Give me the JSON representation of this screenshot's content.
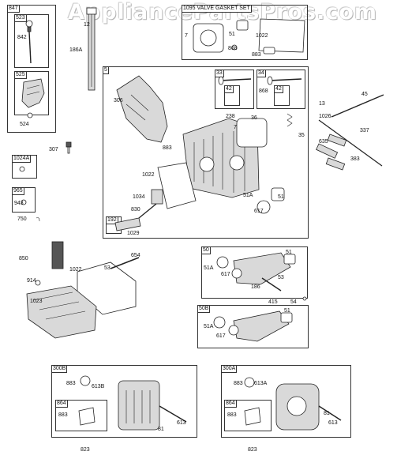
{
  "watermark": "AppliancePartsPros.com",
  "groups": {
    "g847": "847",
    "g1095": "1095 VALVE GASKET SET",
    "g5": "5",
    "g1024A": "1024A",
    "g965": "965",
    "g50": "50",
    "g50B": "50B",
    "g300B": "300B",
    "g300A": "300A"
  },
  "subgroups": {
    "s523": "523",
    "s525": "525",
    "s33": "33",
    "s34": "34",
    "s42a": "42",
    "s42b": "42",
    "s192": "192",
    "s864a": "864",
    "s864b": "864"
  },
  "labels": {
    "l842": "842",
    "l524": "524",
    "l12": "12",
    "l186A": "186A",
    "l307": "307",
    "l943": "943",
    "l750": "750",
    "l7a": "7",
    "l51a": "51",
    "l1022a": "1022",
    "l868a": "868",
    "l883a": "883",
    "l306": "306",
    "l868b": "868",
    "l238": "238",
    "l36": "36",
    "l7b": "7",
    "l35": "35",
    "l883b": "883",
    "l1022b": "1022",
    "l1034": "1034",
    "l830": "830",
    "l51Ab": "51A",
    "l51b": "51",
    "l617a": "617",
    "l1029": "1029",
    "l13": "13",
    "l45": "45",
    "l1026": "1026",
    "l337": "337",
    "l635": "635",
    "l383": "383",
    "l850": "850",
    "l1022c": "1022",
    "l53a": "53",
    "l654": "654",
    "l914": "914",
    "l1023": "1023",
    "l51Ac": "51A",
    "l617b": "617",
    "l51c": "51",
    "l186": "186",
    "l53b": "53",
    "l415": "415",
    "l54": "54",
    "l51Ad": "51A",
    "l617c": "617",
    "l51d": "51",
    "l883c": "883",
    "l613B": "613B",
    "l883d": "883",
    "l81a": "81",
    "l613a": "613",
    "l823a": "823",
    "l883e": "883",
    "l613A": "613A",
    "l883f": "883",
    "l81b": "81",
    "l613b": "613",
    "l823b": "823"
  }
}
